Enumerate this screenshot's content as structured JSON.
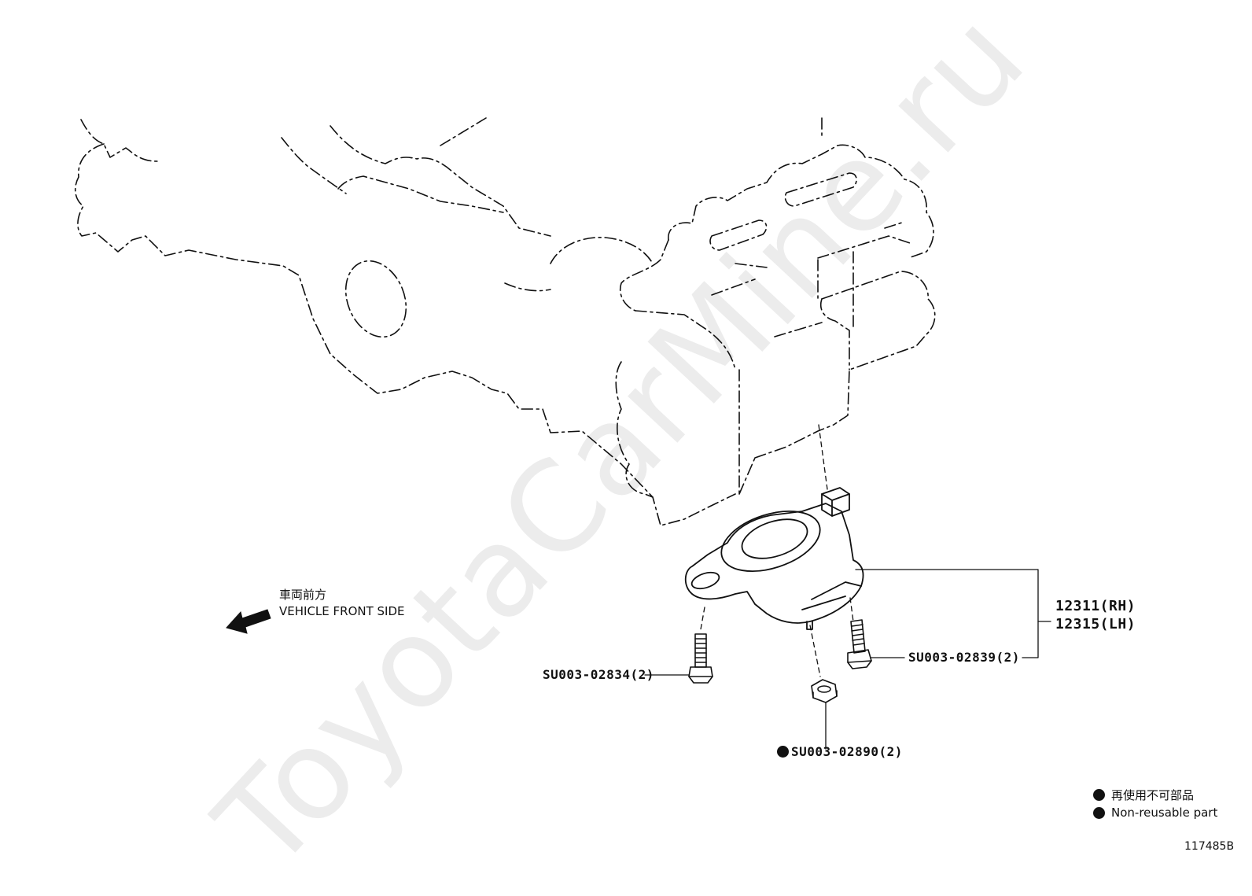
{
  "watermark": "ToyotaCarMine.ru",
  "direction": {
    "label_jp": "車両前方",
    "label_en": "VEHICLE FRONT SIDE"
  },
  "parts": {
    "mount_rh": "12311(RH)",
    "mount_lh": "12315(LH)",
    "bolt_left": "SU003-02834(2)",
    "bolt_right": "SU003-02839(2)",
    "nut": "SU003-02890(2)"
  },
  "legend": {
    "jp": "再使用不可部品",
    "en": "Non-reusable part"
  },
  "figure_id": "117485B"
}
